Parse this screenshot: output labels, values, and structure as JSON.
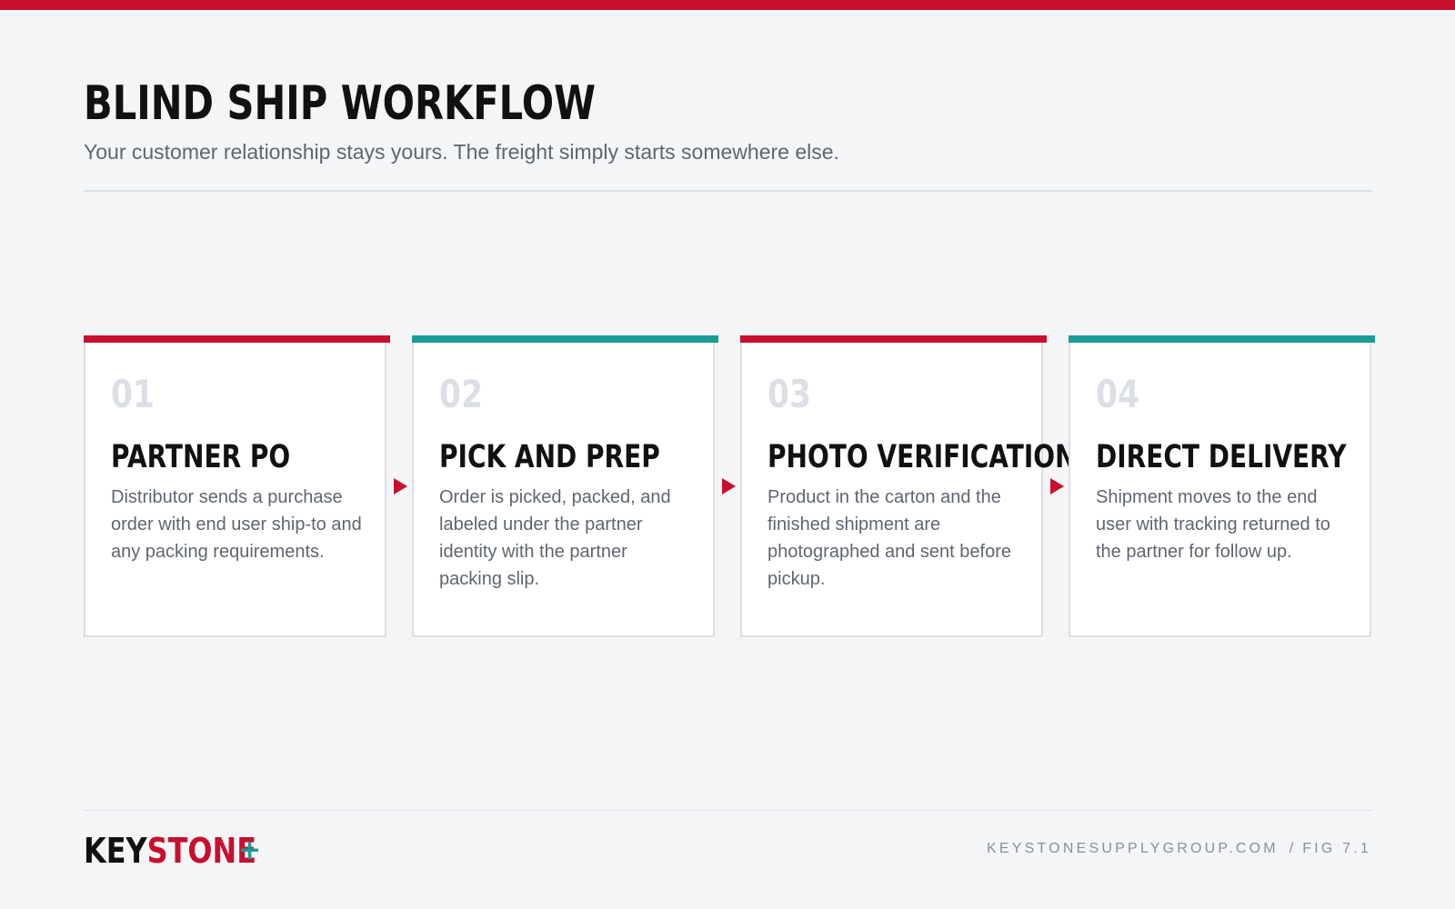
{
  "colors": {
    "red": "#c8102e",
    "teal": "#1a9c96",
    "dark": "#111114",
    "muted": "#5f6570",
    "background": "#f4f5f7"
  },
  "header": {
    "title": "BLIND SHIP WORKFLOW",
    "subtitle": "Your customer relationship stays yours. The freight simply starts somewhere else."
  },
  "steps": [
    {
      "number": "01",
      "title": "PARTNER PO",
      "description": "Distributor sends a purchase order with end user ship-to and any packing requirements.",
      "accent": "#c8102e"
    },
    {
      "number": "02",
      "title": "PICK AND PREP",
      "description": "Order is picked, packed, and labeled under the partner identity with the partner packing slip.",
      "accent": "#1a9c96"
    },
    {
      "number": "03",
      "title": "PHOTO VERIFICATION",
      "description": "Product in the carton and the finished shipment are photographed and sent before pickup.",
      "accent": "#c8102e"
    },
    {
      "number": "04",
      "title": "DIRECT DELIVERY",
      "description": "Shipment moves to the end user with tracking returned to the partner for follow up.",
      "accent": "#1a9c96"
    }
  ],
  "footer": {
    "logo_part1": "KEY",
    "logo_part2": "STONE",
    "logo_plus": "+",
    "website": "KEYSTONESUPPLYGROUP.COM",
    "separator": "/",
    "figure": "FIG 7.1"
  }
}
